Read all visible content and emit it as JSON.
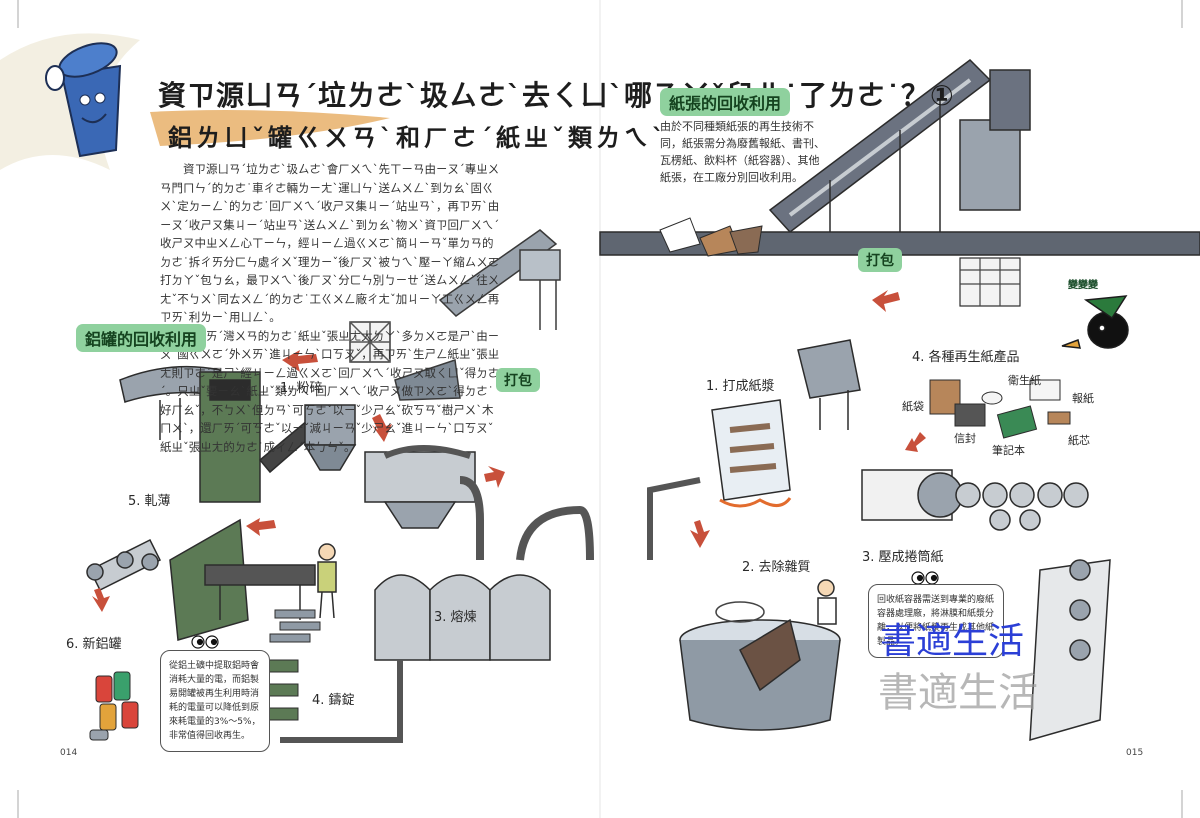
{
  "left_page": {
    "title": "資ㄗ源ㄩㄢˊ垃ㄌㄜˋ圾ㄙㄜˋ去ㄑㄩˋ哪ㄋㄚˇ兒ㄦ˙了ㄌㄜ˙？①",
    "subtitle": "鋁ㄌㄩˇ罐ㄍㄨㄢˋ和ㄏㄜˊ紙ㄓˇ類ㄌㄟˋ",
    "paragraphs": [
      "資ㄗ源ㄩㄢˊ垃ㄌㄜˋ圾ㄙㄜˋ會ㄏㄨㄟˋ先ㄒㄧㄢ由ㄧㄡˊ專ㄓㄨㄢ門ㄇㄣˊ的ㄉㄜ˙車ㄔㄜ輛ㄌㄧㄤˋ運ㄩㄣˋ送ㄙㄨㄥˋ到ㄉㄠˋ固ㄍㄨˋ定ㄉㄧㄥˋ的ㄉㄜ˙回ㄏㄨㄟˊ收ㄕㄡ集ㄐㄧˊ站ㄓㄢˋ，再ㄗㄞˋ由ㄧㄡˊ收ㄕㄡ集ㄐㄧˊ站ㄓㄢˋ送ㄙㄨㄥˋ到ㄉㄠˋ物ㄨˋ資ㄗ回ㄏㄨㄟˊ收ㄕㄡ中ㄓㄨㄥ心ㄒㄧㄣ，經ㄐㄧㄥ過ㄍㄨㄛˋ簡ㄐㄧㄢˇ單ㄉㄢ的ㄉㄜ˙拆ㄔㄞ分ㄈㄣ處ㄔㄨˇ理ㄌㄧˇ後ㄏㄡˋ被ㄅㄟˋ壓ㄧㄚ縮ㄙㄨㄛ打ㄉㄚˇ包ㄅㄠ，最ㄗㄨㄟˋ後ㄏㄡˋ分ㄈㄣ別ㄅㄧㄝˊ送ㄙㄨㄥˋ往ㄨㄤˇ不ㄅㄨˋ同ㄊㄨㄥˊ的ㄉㄜ˙工ㄍㄨㄥ廠ㄔㄤˇ加ㄐㄧㄚ工ㄍㄨㄥ再ㄗㄞˋ利ㄌㄧˋ用ㄩㄥˋ。",
      "台ㄊㄞˊ灣ㄨㄢ的ㄉㄜ˙紙ㄓˇ張ㄓㄤ大ㄉㄚˋ多ㄉㄨㄛ是ㄕˋ由ㄧㄡˊ國ㄍㄨㄛˊ外ㄨㄞˋ進ㄐㄧㄣˋ口ㄎㄡˇ，再ㄗㄞˋ生ㄕㄥ紙ㄓˇ張ㄓㄤ則ㄗㄜˊ是ㄕˋ經ㄐㄧㄥ過ㄍㄨㄛˋ回ㄏㄨㄟˊ收ㄕㄡ取ㄑㄩˇ得ㄉㄜˊ。只ㄓˇ要ㄧㄠˋ紙ㄓˇ類ㄌㄟˋ回ㄏㄨㄟˊ收ㄕㄡ做ㄗㄨㄛˋ得ㄉㄜ˙好ㄏㄠˇ，不ㄅㄨˋ但ㄉㄢˋ可ㄎㄜˇ以ㄧˇ少ㄕㄠˇ砍ㄎㄢˇ樹ㄕㄨˋ木ㄇㄨˋ，還ㄏㄞˊ可ㄎㄜˇ以ㄧˇ減ㄐㄧㄢˇ少ㄕㄠˇ進ㄐㄧㄣˋ口ㄎㄡˇ紙ㄓˇ張ㄓㄤ的ㄉㄜ˙成ㄔㄥˊ本ㄅㄣˇ。"
    ],
    "section_label": "鋁罐的回收利用",
    "bale_label": "打包",
    "steps": [
      "1. 粉碎",
      "3. 熔煉",
      "4. 鑄錠",
      "5. 軋薄",
      "6. 新鋁罐"
    ],
    "note": "從鋁土礦中提取鋁時會消耗大量的電，而鋁製易開罐被再生利用時消耗的電量可以降低到原來耗電量的3%～5%，非常值得回收再生。",
    "page_number": "014"
  },
  "right_page": {
    "section_label": "紙張的回收利用",
    "intro": "由於不同種類紙張的再生技術不同，紙張需分為廢舊報紙、書刊、瓦楞紙、飲料杯（紙容器）、其他紙張，在工廠分別回收利用。",
    "bale_label": "打包",
    "steps": [
      "1. 打成紙漿",
      "2. 去除雜質",
      "3. 壓成捲筒紙",
      "4. 各種再生紙產品"
    ],
    "products": [
      "衛生紙",
      "報紙",
      "紙袋",
      "信封",
      "筆記本",
      "紙芯"
    ],
    "mascot_text": "變變變",
    "note": "回收紙容器需送到專業的廢紙容器處理廠，將淋膜和紙漿分離，以便將紙漿再生成其他紙製品。",
    "watermark_blue": "書適生活",
    "watermark_gray": "書適生活",
    "page_number": "015"
  },
  "colors": {
    "accent_green": "#8fd19e",
    "machine_gray": "#6b7280",
    "machine_green": "#5c7a55",
    "arrow_red": "#c8503b",
    "brush_orange": "#e8b06a"
  }
}
